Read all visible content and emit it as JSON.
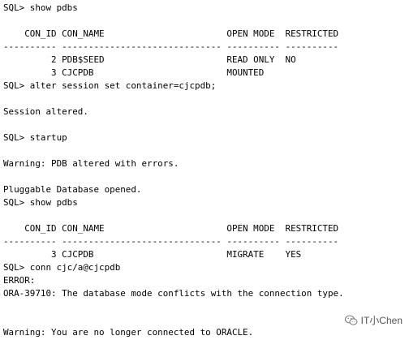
{
  "terminal": {
    "lines": [
      "SQL> show pdbs",
      "",
      "    CON_ID CON_NAME                       OPEN MODE  RESTRICTED",
      "---------- ------------------------------ ---------- ----------",
      "         2 PDB$SEED                       READ ONLY  NO",
      "         3 CJCPDB                         MOUNTED",
      "SQL> alter session set container=cjcpdb;",
      "",
      "Session altered.",
      "",
      "SQL> startup",
      "",
      "Warning: PDB altered with errors.",
      "",
      "Pluggable Database opened.",
      "SQL> show pdbs",
      "",
      "    CON_ID CON_NAME                       OPEN MODE  RESTRICTED",
      "---------- ------------------------------ ---------- ----------",
      "         3 CJCPDB                         MIGRATE    YES",
      "SQL> conn cjc/a@cjcpdb",
      "ERROR:",
      "ORA-39710: The database mode conflicts with the connection type.",
      "",
      "",
      "Warning: You are no longer connected to ORACLE."
    ]
  },
  "watermark": {
    "text": "IT小Chen",
    "icon": "wechat-icon"
  }
}
